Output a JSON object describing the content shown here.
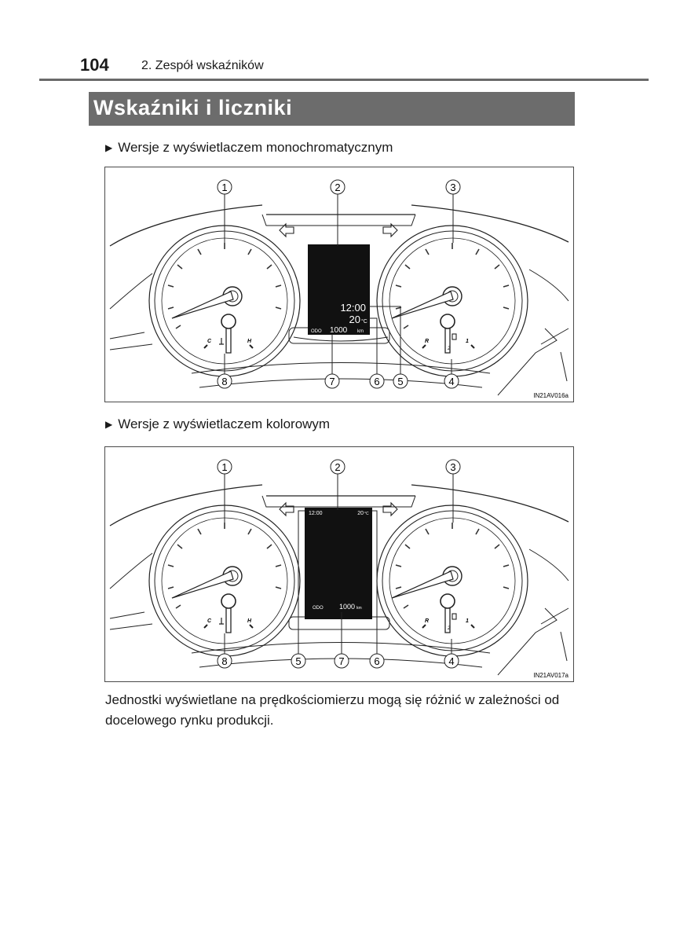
{
  "header": {
    "page_number": "104",
    "chapter": "2. Zespół wskaźników"
  },
  "section": {
    "title": "Wskaźniki i liczniki"
  },
  "figures": [
    {
      "label": "Wersje z wyświetlaczem monochromatycznym",
      "image_code": "IN21AV016a",
      "callouts": [
        "1",
        "2",
        "3",
        "4",
        "5",
        "6",
        "7",
        "8"
      ],
      "display": {
        "clock": "12:00",
        "temperature": "20",
        "temp_unit": "°C",
        "odo_label": "ODO",
        "odometer": "1000",
        "odo_unit": "km"
      },
      "gauge_marks": {
        "cold": "C",
        "hot": "H",
        "reverse": "R",
        "two": "2",
        "one": "1"
      }
    },
    {
      "label": "Wersje z wyświetlaczem kolorowym",
      "image_code": "IN21AV017a",
      "callouts": [
        "1",
        "2",
        "3",
        "4",
        "5",
        "6",
        "7",
        "8"
      ],
      "display": {
        "clock": "12:00",
        "temperature": "20",
        "temp_unit": "°C",
        "odo_label": "ODO",
        "odometer": "1000",
        "odo_unit": "km"
      },
      "gauge_marks": {
        "cold": "C",
        "hot": "H",
        "reverse": "R",
        "two": "2",
        "one": "1"
      }
    }
  ],
  "body_text": "Jednostki wyświetlane na prędkościomierzu mogą się różnić w zależności od docelowego rynku produkcji."
}
